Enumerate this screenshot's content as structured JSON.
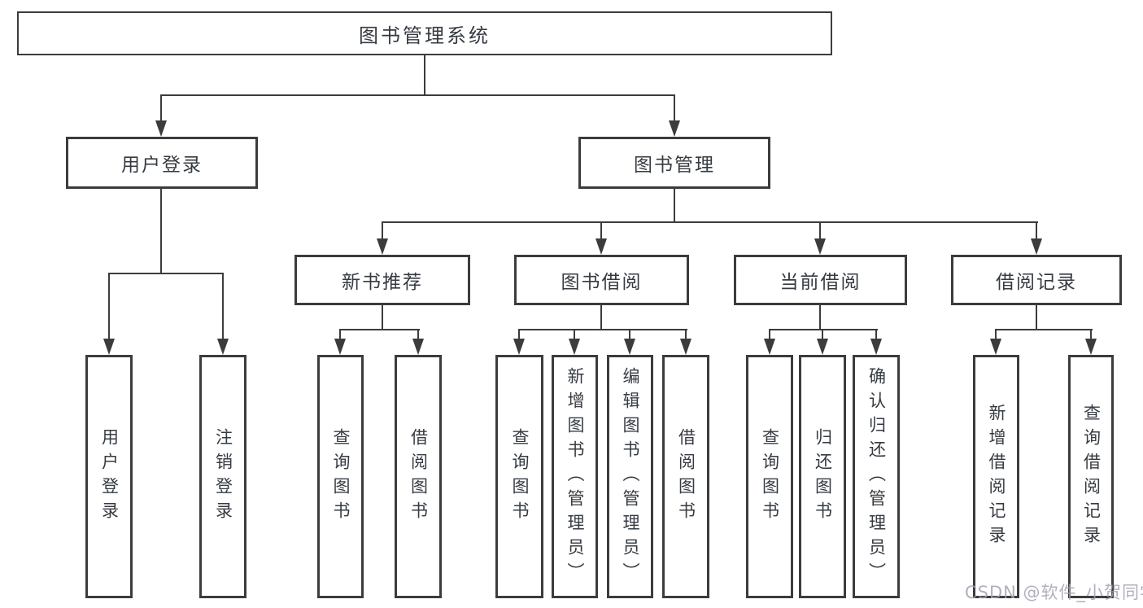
{
  "diagram": {
    "root": {
      "label": "图书管理系统"
    },
    "level2": [
      {
        "label": "用户登录"
      },
      {
        "label": "图书管理"
      }
    ],
    "level3": [
      {
        "label": "新书推荐"
      },
      {
        "label": "图书借阅"
      },
      {
        "label": "当前借阅"
      },
      {
        "label": "借阅记录"
      }
    ],
    "leaves": [
      {
        "label": "用户登录"
      },
      {
        "label": "注销登录"
      },
      {
        "label": "查询图书"
      },
      {
        "label": "借阅图书"
      },
      {
        "label": "查询图书"
      },
      {
        "label": "新增图书（管理员）"
      },
      {
        "label": "编辑图书（管理员）"
      },
      {
        "label": "借阅图书"
      },
      {
        "label": "查询图书"
      },
      {
        "label": "归还图书"
      },
      {
        "label": "确认归还（管理员）"
      },
      {
        "label": "新增借阅记录"
      },
      {
        "label": "查询借阅记录"
      }
    ]
  },
  "watermark": {
    "text": "CSDN @软件_小贺同学"
  },
  "colors": {
    "line": "#3c3c3c",
    "text": "#363b42",
    "watermark": "#a2a4b3",
    "background": "#ffffff"
  }
}
